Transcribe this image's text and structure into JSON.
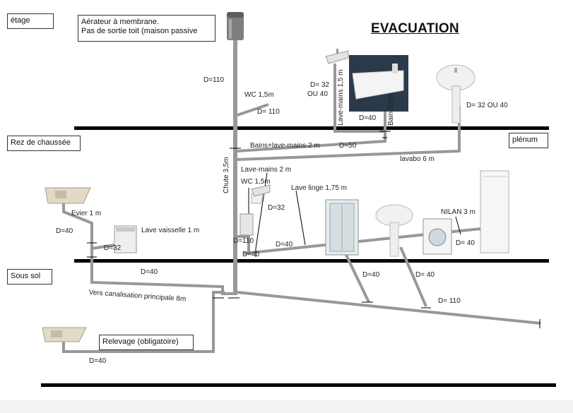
{
  "title": "EVACUATION",
  "floors": {
    "etage": "étage",
    "rdc": "Rez de chaussée",
    "sous_sol": "Sous sol",
    "plenum": "plénum"
  },
  "aerateur": {
    "line1": "Aérateur à membrane.",
    "line2": "Pas de sortie toit (maison passive"
  },
  "relevage": "Relevage (obligatoire)",
  "labels": {
    "d110_top": "D=110",
    "wc_up": "WC 1,5m",
    "d110_wc_up": "D= 110",
    "d32_ou40_a": "D= 32",
    "d32_ou40_b": "OU 40",
    "lavemains_vert": "Lave-mains 1,5 m",
    "bain_vert": "Bain 0,5m",
    "d40_bain": "D=40",
    "d32_ou40_lavabo": "D= 32 OU 40",
    "bains_lavemains": "Bains+lave-mains 2 m",
    "d50": "D=50",
    "lavabo6": "lavabo 6 m",
    "chute": "Chute 3,5m",
    "lavemains2": "Lave-mains 2 m",
    "wc_rdc": "WC 1,5m",
    "d32_rdc": "D=32",
    "lave_linge": "Lave linge 1,75 m",
    "evier": "Evier 1 m",
    "d40_evier": "D=40",
    "lave_vaisselle": "Lave vaisselle 1 m",
    "d32_lv": "D=32",
    "d110_wc_rdc": "D=110",
    "d40_wc_rdc": "D=40",
    "d40_floor": "D=40",
    "nilan": "NILAN 3 m",
    "d40_nilan": "D= 40",
    "d40_ss": "D=40",
    "vers_canal": "Vers canalisation principale 8m",
    "d40_shower": "D=40",
    "d40_lavabo_rdc": "D= 40",
    "d110_main": "D= 110",
    "d40_relevage": "D=40"
  },
  "colors": {
    "pipe": "#9c9696",
    "floor": "#000000",
    "vent": "#7c7c7c"
  }
}
